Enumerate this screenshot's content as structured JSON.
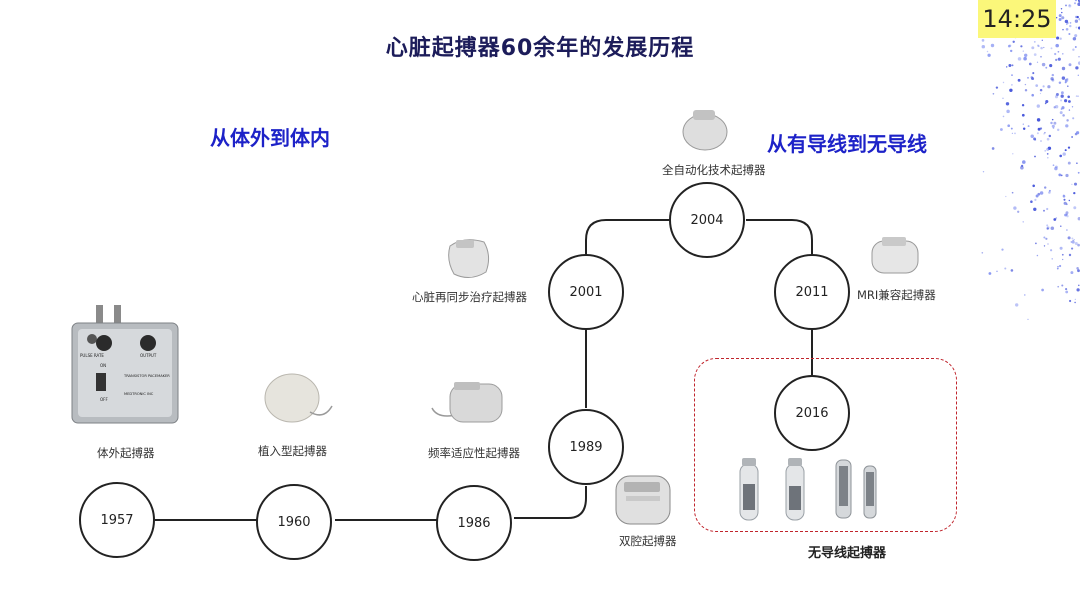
{
  "clock": "14:25",
  "title": "心脏起搏器60余年的发展历程",
  "headings": {
    "left": "从体外到体内",
    "right": "从有导线到无导线"
  },
  "timeline": [
    {
      "year": "1957",
      "device": "体外起搏器"
    },
    {
      "year": "1960",
      "device": "植入型起搏器"
    },
    {
      "year": "1986",
      "device": "频率适应性起搏器"
    },
    {
      "year": "1989",
      "device": "双腔起搏器"
    },
    {
      "year": "2001",
      "device": "心脏再同步治疗起搏器"
    },
    {
      "year": "2004",
      "device": "全自动化技术起搏器"
    },
    {
      "year": "2011",
      "device": "MRI兼容起搏器"
    },
    {
      "year": "2016",
      "device": "无导线起搏器"
    }
  ],
  "external_device_panel": [
    "PULSE RATE",
    "OUTPUT",
    "ON",
    "OFF",
    "TRANSISTOR PACEMAKER",
    "MEDTRONIC INC"
  ],
  "colors": {
    "title": "#1c1c5a",
    "heading": "#1d22c8",
    "dashed_box": "#c0242c",
    "clock_bg": "#fbf77a"
  }
}
